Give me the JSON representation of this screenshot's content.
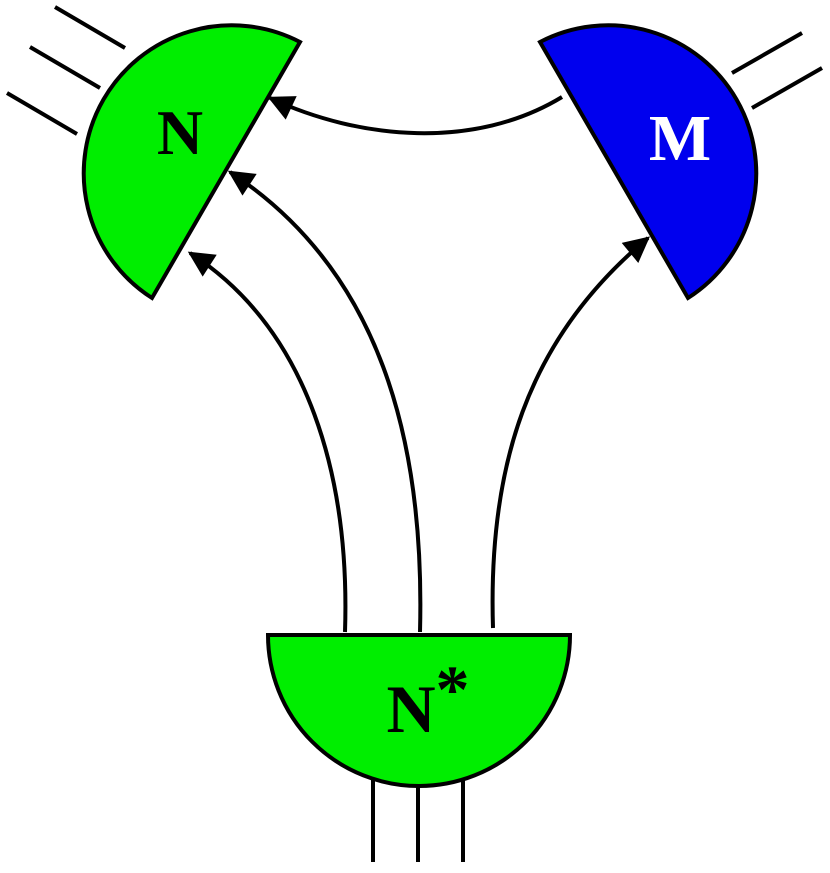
{
  "nodes": {
    "left": {
      "label": "N",
      "fill": "#00ee00",
      "text_color": "#000000",
      "external_lines": 3
    },
    "right": {
      "label": "M",
      "fill": "#0000ee",
      "text_color": "#ffffff",
      "external_lines": 2
    },
    "bottom": {
      "label": "N",
      "superscript": "*",
      "fill": "#00ee00",
      "text_color": "#000000",
      "external_lines": 3
    }
  },
  "edges": [
    {
      "from": "right",
      "to": "left",
      "directed": true
    },
    {
      "from": "bottom",
      "to": "left",
      "directed": true
    },
    {
      "from": "bottom",
      "to": "left",
      "directed": true
    },
    {
      "from": "bottom",
      "to": "right",
      "directed": true
    }
  ],
  "colors": {
    "stroke": "#000000",
    "background": "#ffffff"
  }
}
